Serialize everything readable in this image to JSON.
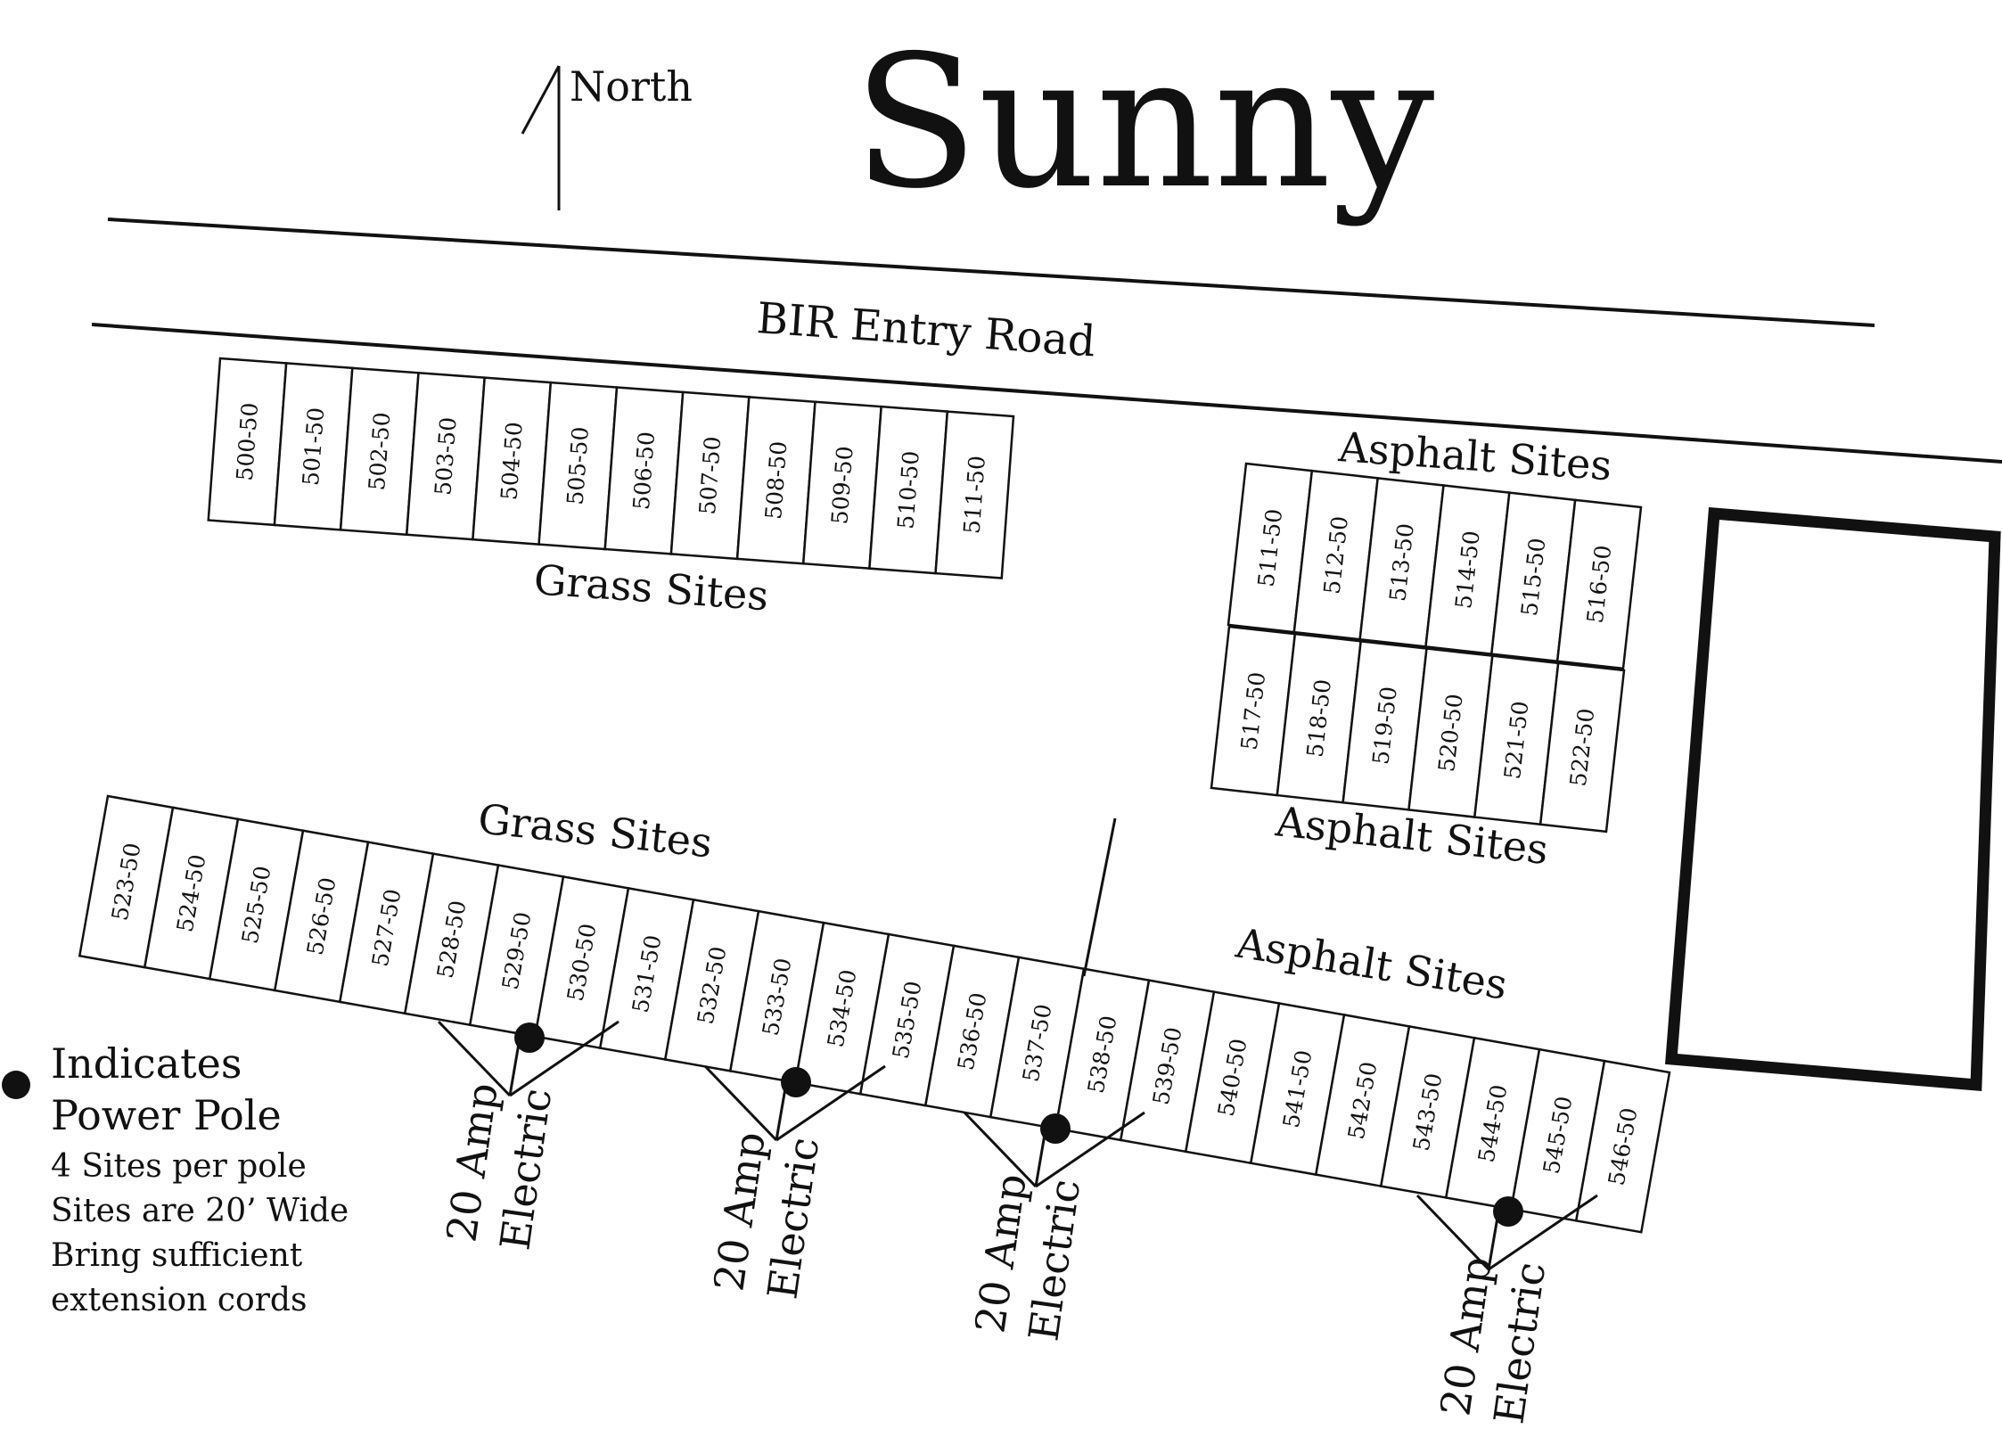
{
  "title": "Sunny",
  "north_label": "North",
  "road_label": "BIR Entry Road",
  "areas": {
    "grass_top": "Grass Sites",
    "asphalt_block_top": "Asphalt Sites",
    "asphalt_block_bottom": "Asphalt Sites",
    "grass_bottom": "Grass Sites",
    "asphalt_bottom": "Asphalt Sites"
  },
  "rows": {
    "top_row": [
      "500-50",
      "501-50",
      "502-50",
      "503-50",
      "504-50",
      "505-50",
      "506-50",
      "507-50",
      "508-50",
      "509-50",
      "510-50",
      "511-50"
    ],
    "block_upper": [
      "511-50",
      "512-50",
      "513-50",
      "514-50",
      "515-50",
      "516-50"
    ],
    "block_lower": [
      "517-50",
      "518-50",
      "519-50",
      "520-50",
      "521-50",
      "522-50"
    ],
    "bottom_row": [
      "523-50",
      "524-50",
      "525-50",
      "526-50",
      "527-50",
      "528-50",
      "529-50",
      "530-50",
      "531-50",
      "532-50",
      "533-50",
      "534-50",
      "535-50",
      "536-50",
      "537-50",
      "538-50",
      "539-50",
      "540-50",
      "541-50",
      "542-50",
      "543-50",
      "544-50",
      "545-50",
      "546-50"
    ]
  },
  "electric": [
    {
      "line1": "20 Amp",
      "line2": "Electric"
    },
    {
      "line1": "20 Amp",
      "line2": "Electric"
    },
    {
      "line1": "20 Amp",
      "line2": "Electric"
    },
    {
      "line1": "20 Amp",
      "line2": "Electric"
    }
  ],
  "legend": {
    "line1": "Indicates",
    "line2": "Power Pole",
    "notes": [
      "4 Sites per pole",
      "Sites are 20’ Wide",
      "Bring sufficient",
      "extension cords"
    ]
  }
}
